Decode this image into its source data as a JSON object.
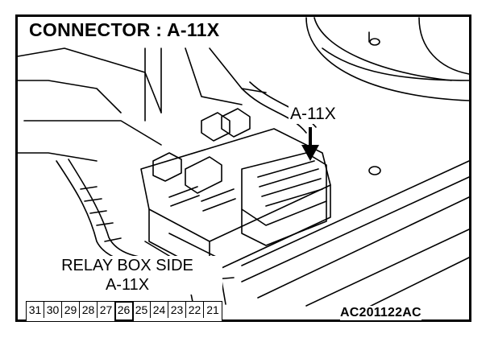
{
  "header": {
    "title": "CONNECTOR : A-11X"
  },
  "callout": {
    "label": "A-11X"
  },
  "relay_box": {
    "side_label": "RELAY BOX SIDE",
    "connector_label": "A-11X",
    "pins": [
      "31",
      "30",
      "29",
      "28",
      "27",
      "26",
      "25",
      "24",
      "23",
      "22",
      "21"
    ],
    "highlighted_pin": "26"
  },
  "figure_code": "AC201122AC"
}
